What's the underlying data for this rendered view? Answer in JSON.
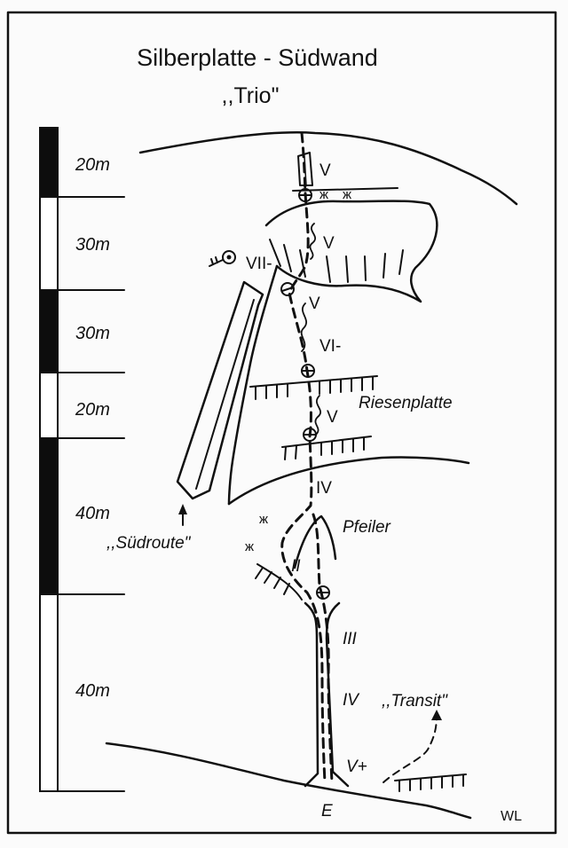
{
  "title": "Silberplatte - Südwand",
  "subtitle": ",,Trio\"",
  "scale": [
    {
      "label": "20m",
      "fill": "black"
    },
    {
      "label": "30m",
      "fill": "white"
    },
    {
      "label": "30m",
      "fill": "black"
    },
    {
      "label": "20m",
      "fill": "white"
    },
    {
      "label": "40m",
      "fill": "black"
    },
    {
      "label": "40m",
      "fill": "white"
    }
  ],
  "grades": {
    "top": "V",
    "p2": "V",
    "vii": "VII-",
    "p3": "V",
    "vi": "VI-",
    "p4": "V",
    "iv_upper": "IV",
    "ii": "II",
    "iii": "III",
    "iv_lower": "IV",
    "vplus": "V+"
  },
  "labels": {
    "riesenplatte": "Riesenplatte",
    "pfeiler": "Pfeiler",
    "suedroute": ",,Südroute\"",
    "transit": ",,Transit\"",
    "start": "E",
    "author": "WL"
  },
  "colors": {
    "ink": "#111111",
    "paper": "#fbfbfb",
    "scale_dark": "#0d0d0d"
  }
}
